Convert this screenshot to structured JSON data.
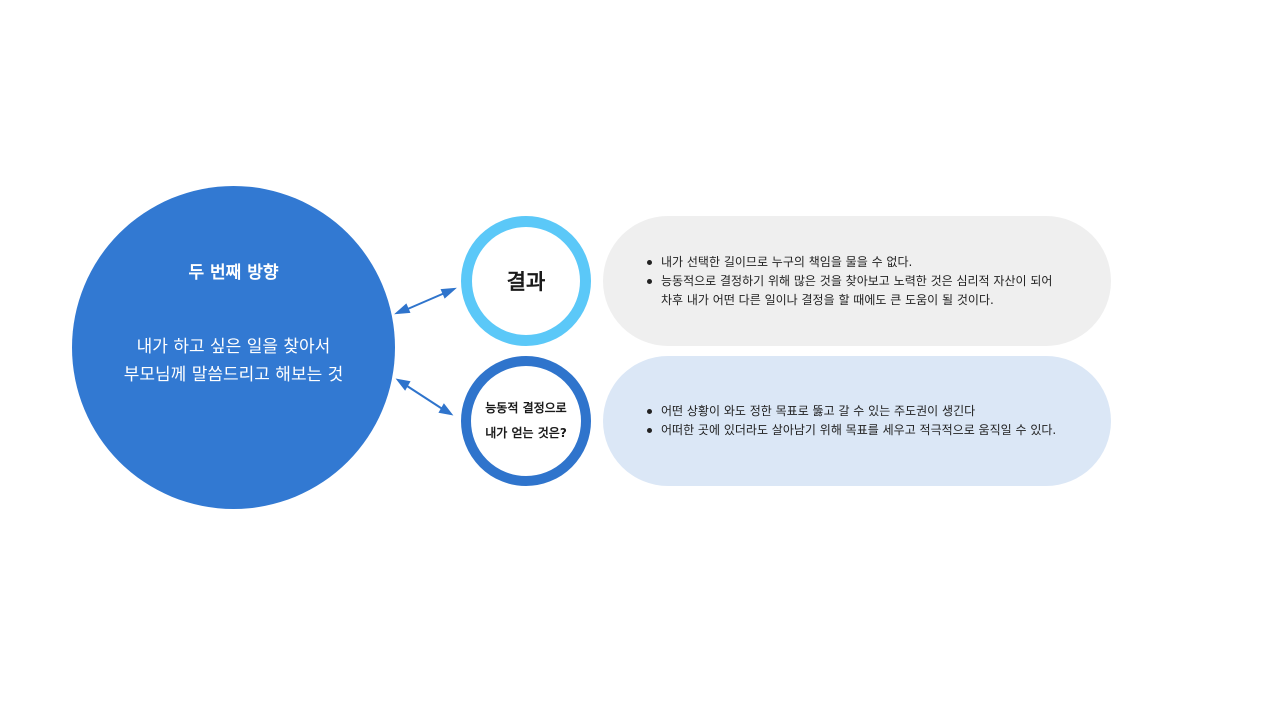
{
  "center": {
    "heading": "두 번째 방향",
    "line1": "내가 하고 싶은 일을 찾아서",
    "line2": "부모님께 말씀드리고 해보는 것"
  },
  "node1": {
    "label": "결과",
    "bullets": [
      "내가 선택한 길이므로 누구의 책임을 물을 수 없다.",
      "능동적으로 결정하기 위해 많은 것을 찾아보고 노력한 것은 심리적 자산이 되어",
      "차후 내가 어떤 다른 일이나 결정을 할 때에도 큰 도움이 될 것이다."
    ]
  },
  "node2": {
    "label_line1": "능동적 결정으로",
    "label_line2": "내가 얻는 것은?",
    "bullets": [
      "어떤 상황이 와도 정한 목표로 뚫고 갈 수 있는 주도권이 생긴다",
      "어떠한 곳에 있더라도 살아남기 위해 목표를 세우고 적극적으로 움직일 수 있다."
    ]
  },
  "colors": {
    "center_fill": "#3279d2",
    "ring1": "#5bc8f8",
    "ring2": "#2f74cc",
    "pill1": "#efefef",
    "pill2": "#dbe7f6",
    "arrow": "#2f74cc"
  }
}
